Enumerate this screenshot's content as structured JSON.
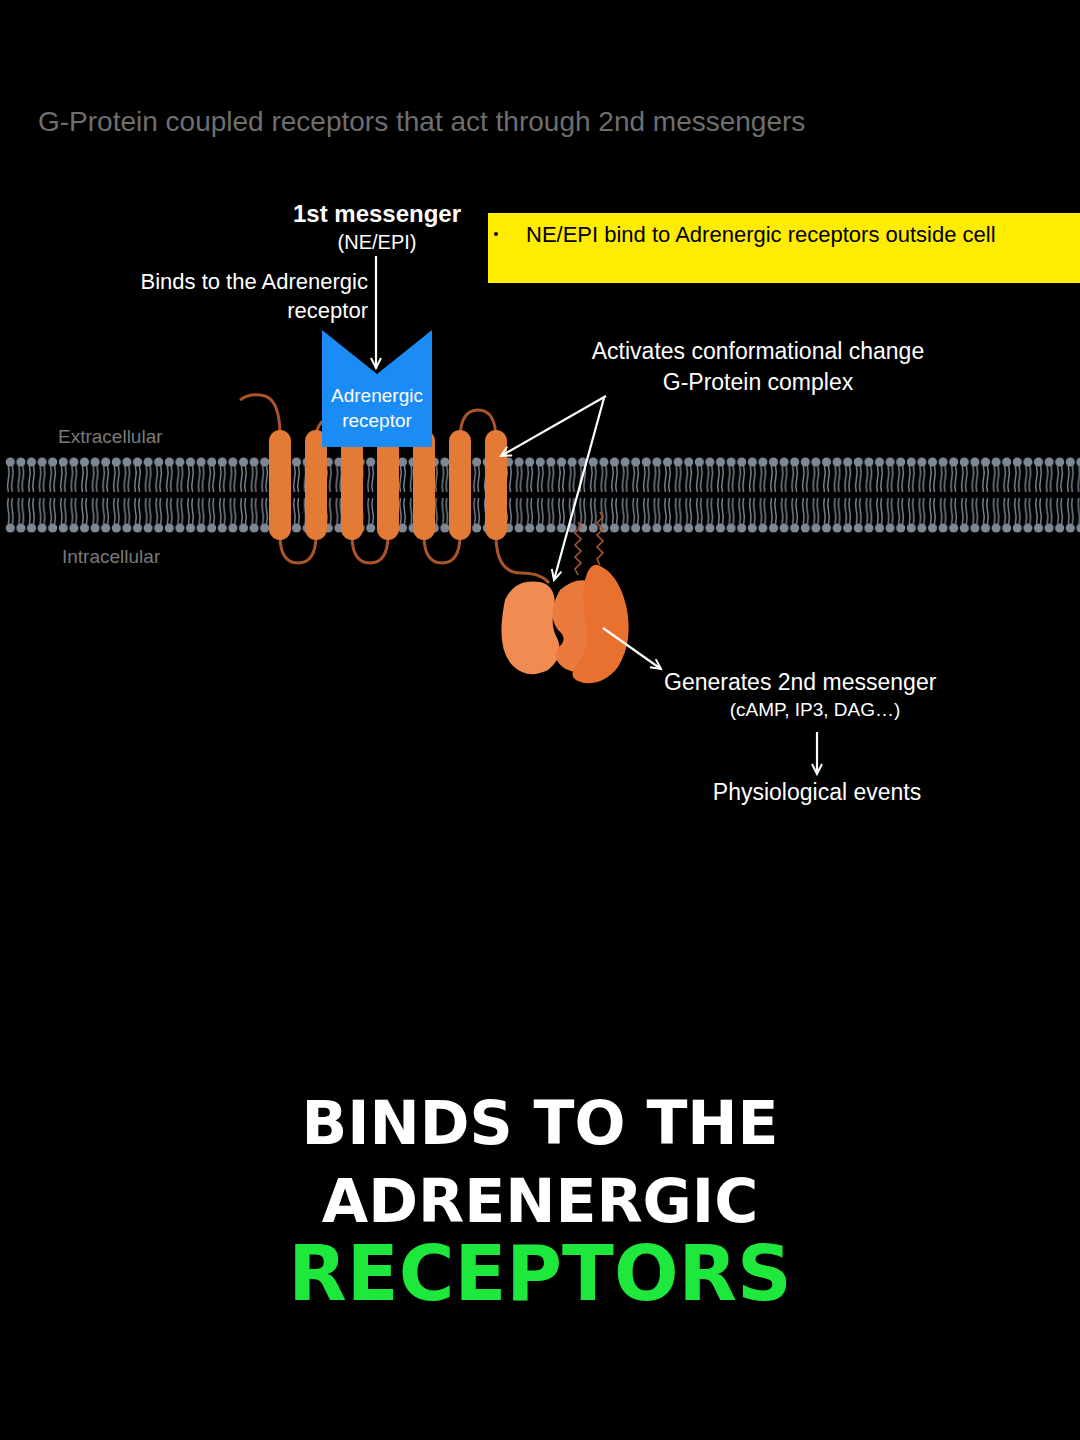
{
  "diagram": {
    "title": "G-Protein coupled receptors that act through 2nd messengers",
    "caption": "BINDS TO THE ADRENERGIC",
    "nodes": [
      {
        "text": [
          "NE/EPI bind to Adrenergic receptors outside cell"
        ]
      },
      {
        "text": [
          "Adrenergic receptor"
        ]
      }
    ],
    "labels": [
      "1st messenger",
      "(NE/EPI)",
      "Binds to the Adrenergic receptor",
      "Extracellular",
      "Intracellular",
      "Activates conformational change G-Protein complex",
      "Generates 2nd messenger",
      "(cAMP, IP3, DAG…)",
      "Physiological events",
      "RECEPTORS"
    ]
  }
}
